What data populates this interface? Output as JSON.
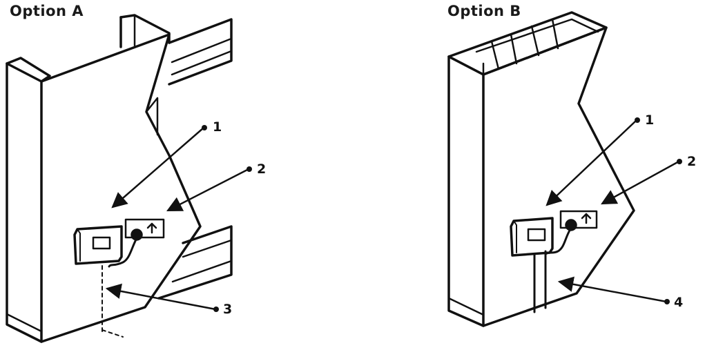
{
  "panels": {
    "a": {
      "title": "Option A",
      "callouts": [
        "1",
        "2",
        "3"
      ]
    },
    "b": {
      "title": "Option B",
      "callouts": [
        "1",
        "2",
        "4"
      ]
    }
  },
  "colors": {
    "ink": "#111111",
    "paper": "#ffffff"
  }
}
